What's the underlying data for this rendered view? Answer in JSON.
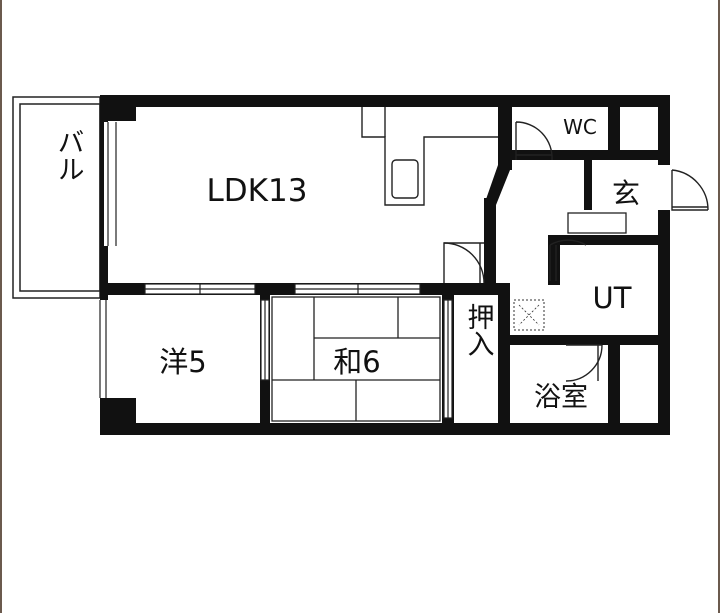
{
  "floorplan": {
    "rooms": {
      "balcony": "バル",
      "ldk": "LDK13",
      "wc": "WC",
      "entrance": "玄",
      "ut": "UT",
      "western_room": "洋5",
      "japanese_room": "和6",
      "closet": "押入",
      "bathroom": "浴室"
    }
  },
  "colors": {
    "wall": "#111111",
    "line": "#222222",
    "background": "#ffffff",
    "frame": "#6b5a4e"
  }
}
